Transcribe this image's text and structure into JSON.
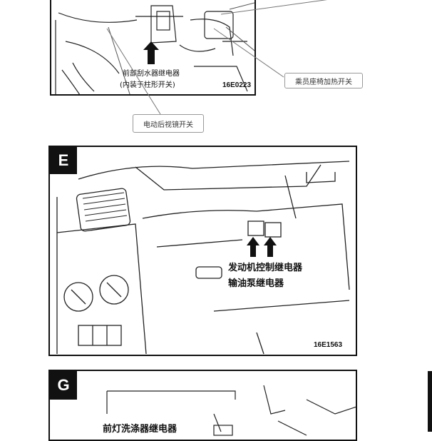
{
  "panel_top": {
    "label_line1": "前部刮水器继电器",
    "label_line2": "(内装于柱形开关)",
    "code": "16E0223"
  },
  "callouts": {
    "seat_heater": "乘员座椅加热开关",
    "mirror_switch": "电动后视镜开关"
  },
  "panel_e": {
    "tag": "E",
    "label_line1": "发动机控制继电器",
    "label_line2": "输油泵继电器",
    "code": "16E1563"
  },
  "panel_g": {
    "tag": "G",
    "label_line1": "前灯洗涤器继电器"
  }
}
